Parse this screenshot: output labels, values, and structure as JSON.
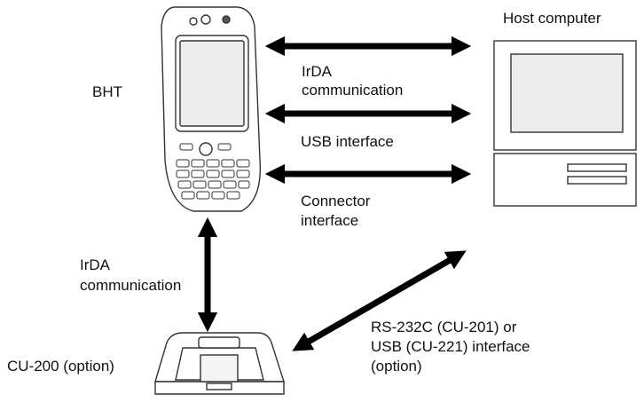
{
  "labels": {
    "host_computer": "Host computer",
    "bht": "BHT",
    "irda_right_line1": "IrDA",
    "irda_right_line2": "communication",
    "usb_interface": "USB interface",
    "connector_line1": "Connector",
    "connector_line2": "interface",
    "irda_left_line1": "IrDA",
    "irda_left_line2": "communication",
    "rs232_line1": "RS-232C (CU-201) or",
    "rs232_line2": "USB (CU-221) interface",
    "rs232_line3": "(option)",
    "cu200": "CU-200 (option)"
  },
  "colors": {
    "line": "#333333",
    "arrow": "#000000",
    "screen": "#ededed"
  }
}
